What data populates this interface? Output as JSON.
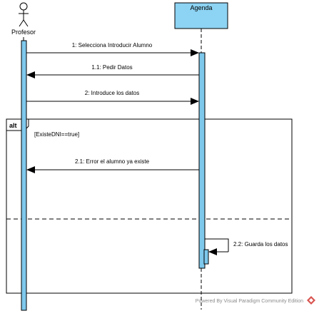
{
  "actor": {
    "name": "Profesor"
  },
  "lifeline": {
    "name": "Agenda"
  },
  "messages": [
    {
      "label": "1: Selecciona Introducir Alumno"
    },
    {
      "label": "1.1: Pedir Datos"
    },
    {
      "label": "2: Introduce los datos"
    },
    {
      "label": "2.1: Error el alumno ya existe"
    },
    {
      "label": "2.2: Guarda los datos"
    }
  ],
  "fragment": {
    "operator": "alt",
    "guard": "[ExisteDNI==true]"
  },
  "watermark": "Powered By Visual Paradigm Community Edition",
  "colors": {
    "activation": "#7ec8ec",
    "lifeline_head": "#8dd3f3",
    "line": "#000000",
    "watermark": "#8c8c8c",
    "logo": "#d9534f"
  }
}
